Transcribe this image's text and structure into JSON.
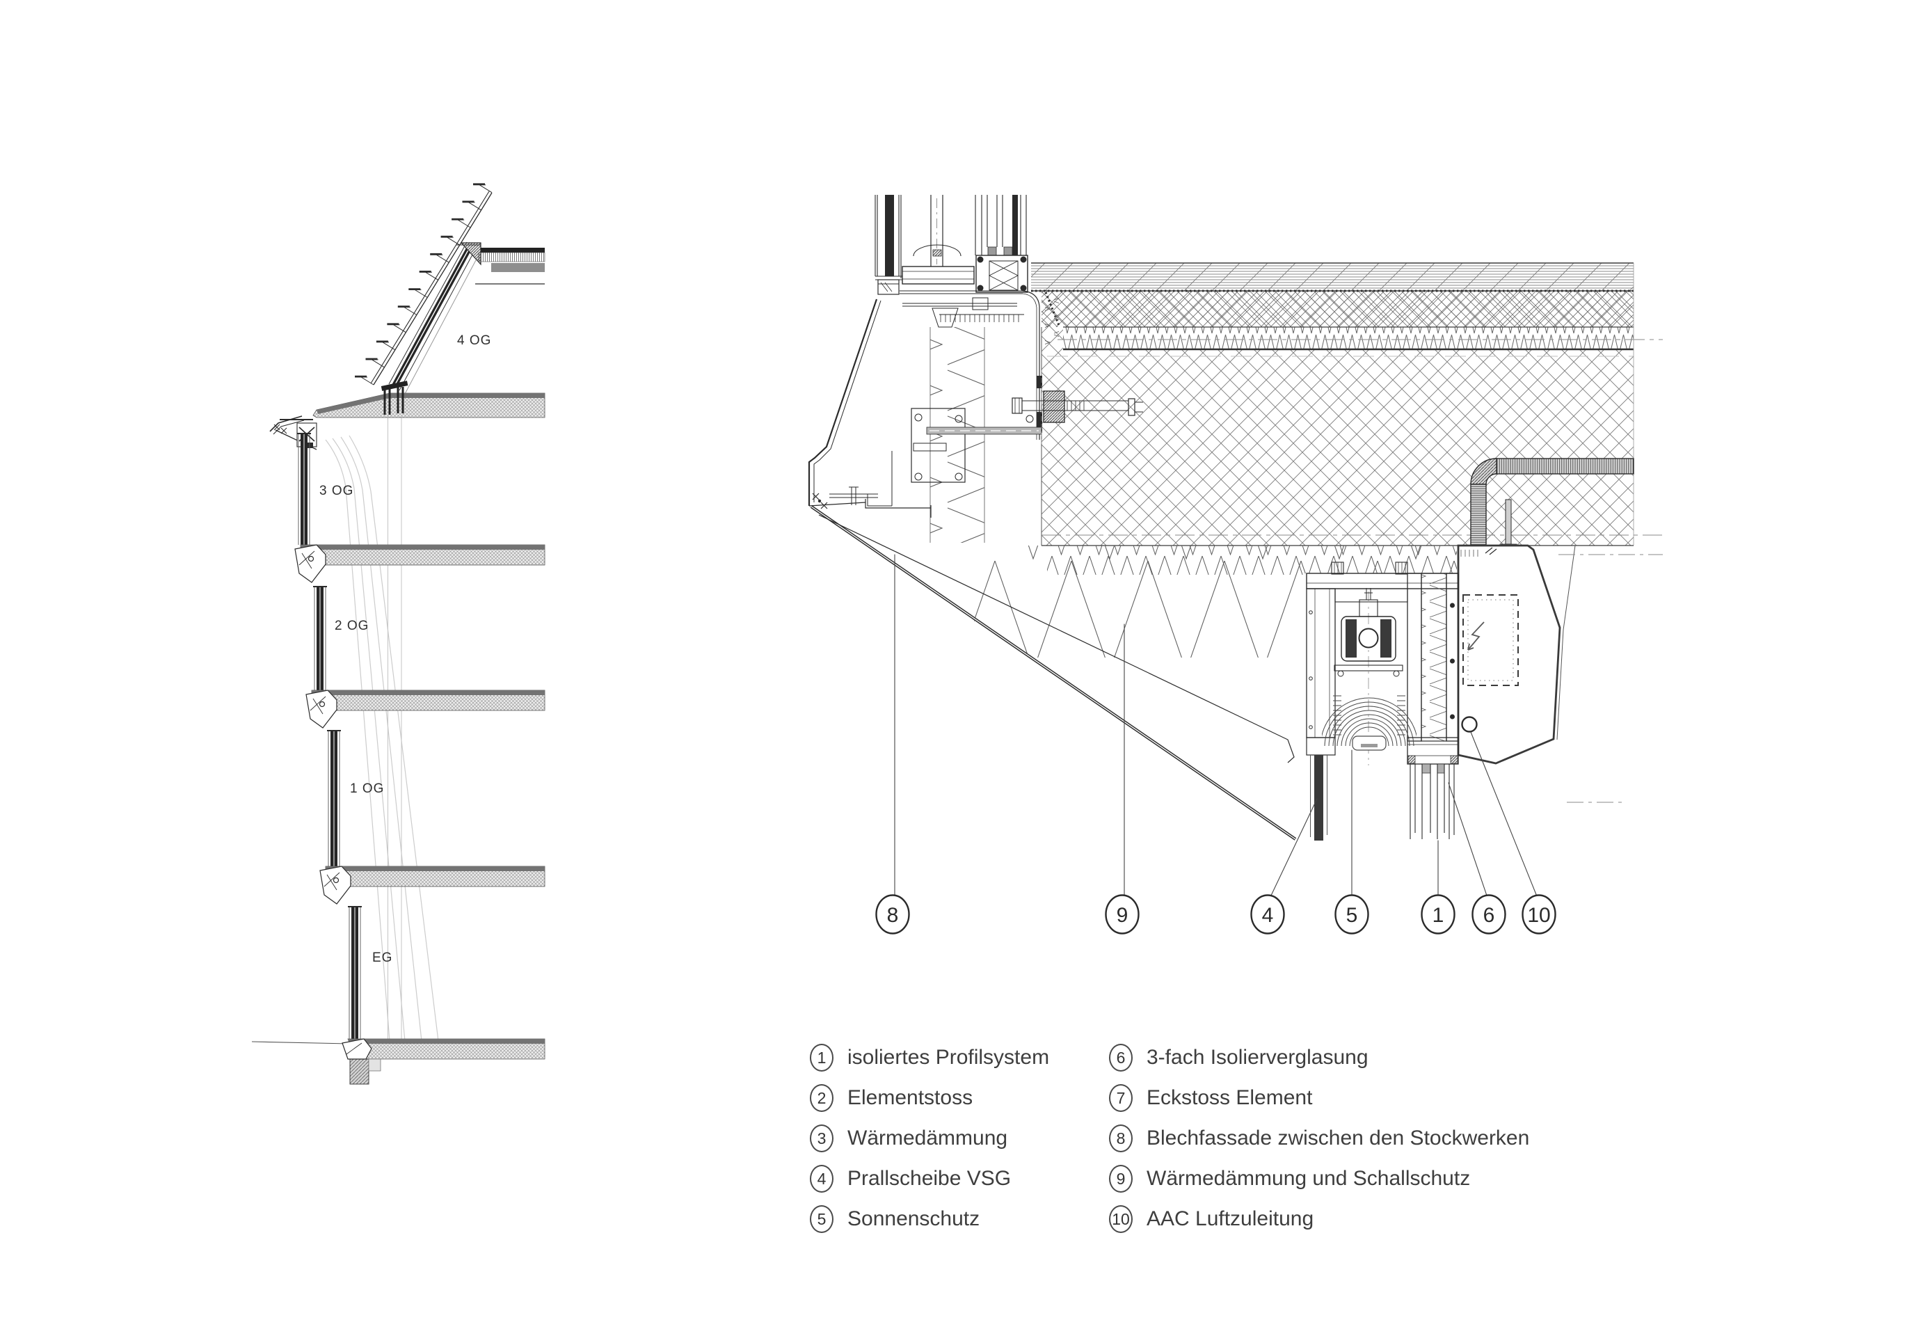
{
  "page": {
    "background": "#ffffff",
    "ink": "#2b2b2b",
    "hatch_gray": "#777777",
    "light_gray": "#c9c9c9"
  },
  "section": {
    "floors": [
      {
        "label": "4 OG"
      },
      {
        "label": "3 OG"
      },
      {
        "label": "2 OG"
      },
      {
        "label": "1 OG"
      },
      {
        "label": "EG"
      }
    ]
  },
  "detail": {
    "callouts": [
      {
        "num": "8"
      },
      {
        "num": "9"
      },
      {
        "num": "4"
      },
      {
        "num": "5"
      },
      {
        "num": "1"
      },
      {
        "num": "6"
      },
      {
        "num": "10"
      }
    ],
    "symbols": [
      "lightning-bolt"
    ]
  },
  "legend": {
    "items": [
      {
        "num": "1",
        "label": "isoliertes Profilsystem"
      },
      {
        "num": "2",
        "label": "Elementstoss"
      },
      {
        "num": "3",
        "label": "Wärmedämmung"
      },
      {
        "num": "4",
        "label": "Prallscheibe VSG"
      },
      {
        "num": "5",
        "label": "Sonnenschutz"
      },
      {
        "num": "6",
        "label": "3-fach Isolierverglasung"
      },
      {
        "num": "7",
        "label": "Eckstoss Element"
      },
      {
        "num": "8",
        "label": "Blechfassade zwischen den Stockwerken"
      },
      {
        "num": "9",
        "label": "Wärmedämmung und Schallschutz"
      },
      {
        "num": "10",
        "label": "AAC Luftzuleitung"
      }
    ]
  }
}
